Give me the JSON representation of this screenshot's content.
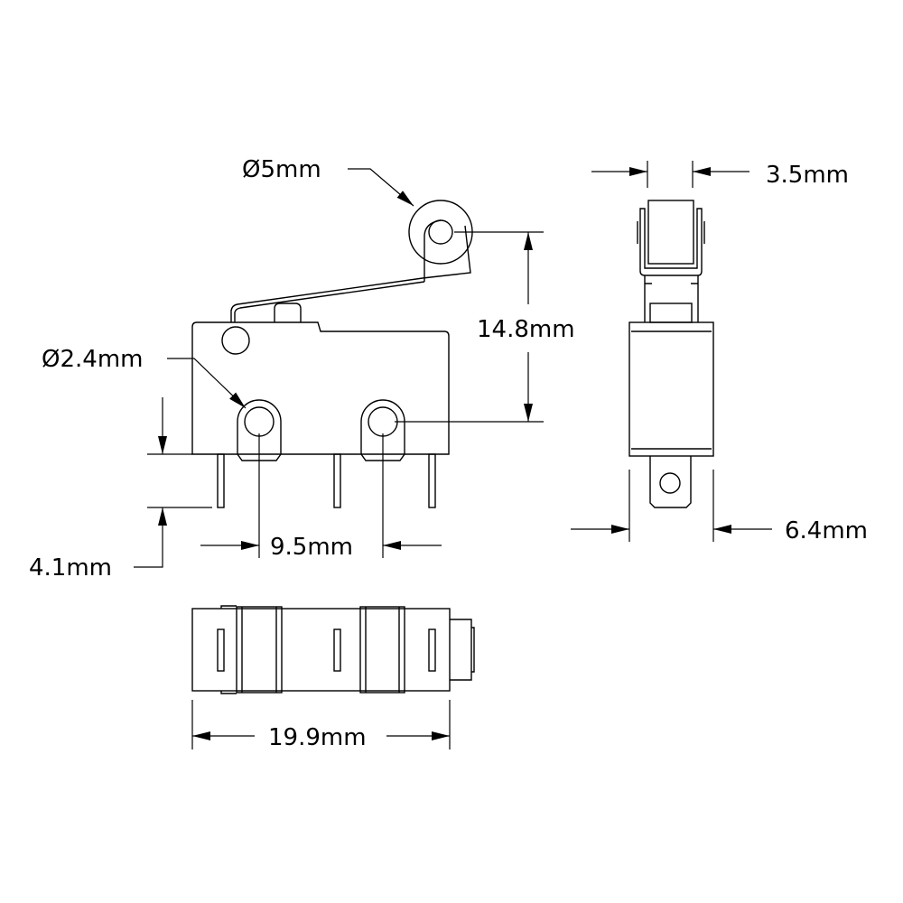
{
  "dimensions": {
    "roller_diameter": "Ø5mm",
    "terminal_hole_diameter": "Ø2.4mm",
    "lever_height": "14.8mm",
    "pin_length": "4.1mm",
    "terminal_spacing": "9.5mm",
    "roller_width": "3.5mm",
    "body_thickness": "6.4mm",
    "body_length": "19.9mm"
  },
  "colors": {
    "line": "#000000",
    "background": "#ffffff"
  }
}
